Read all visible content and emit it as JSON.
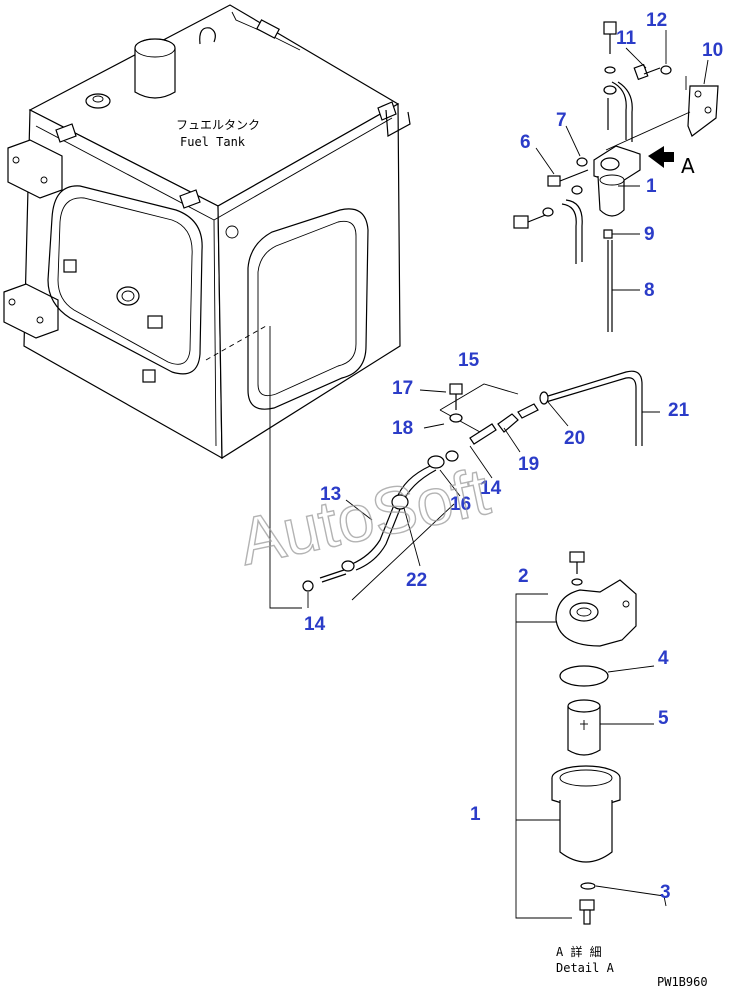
{
  "tank_label": {
    "jp": "フュエルタンク",
    "en": "Fuel Tank"
  },
  "view_marker": "A",
  "detail_label": {
    "jp": "A 詳 細",
    "en": "Detail A"
  },
  "watermark": "AutoSoft",
  "drawing_code": "PW1B960",
  "callouts": [
    "1",
    "1",
    "2",
    "3",
    "4",
    "5",
    "6",
    "7",
    "8",
    "9",
    "10",
    "11",
    "12",
    "13",
    "14",
    "14",
    "15",
    "16",
    "17",
    "18",
    "19",
    "20",
    "21",
    "22"
  ]
}
